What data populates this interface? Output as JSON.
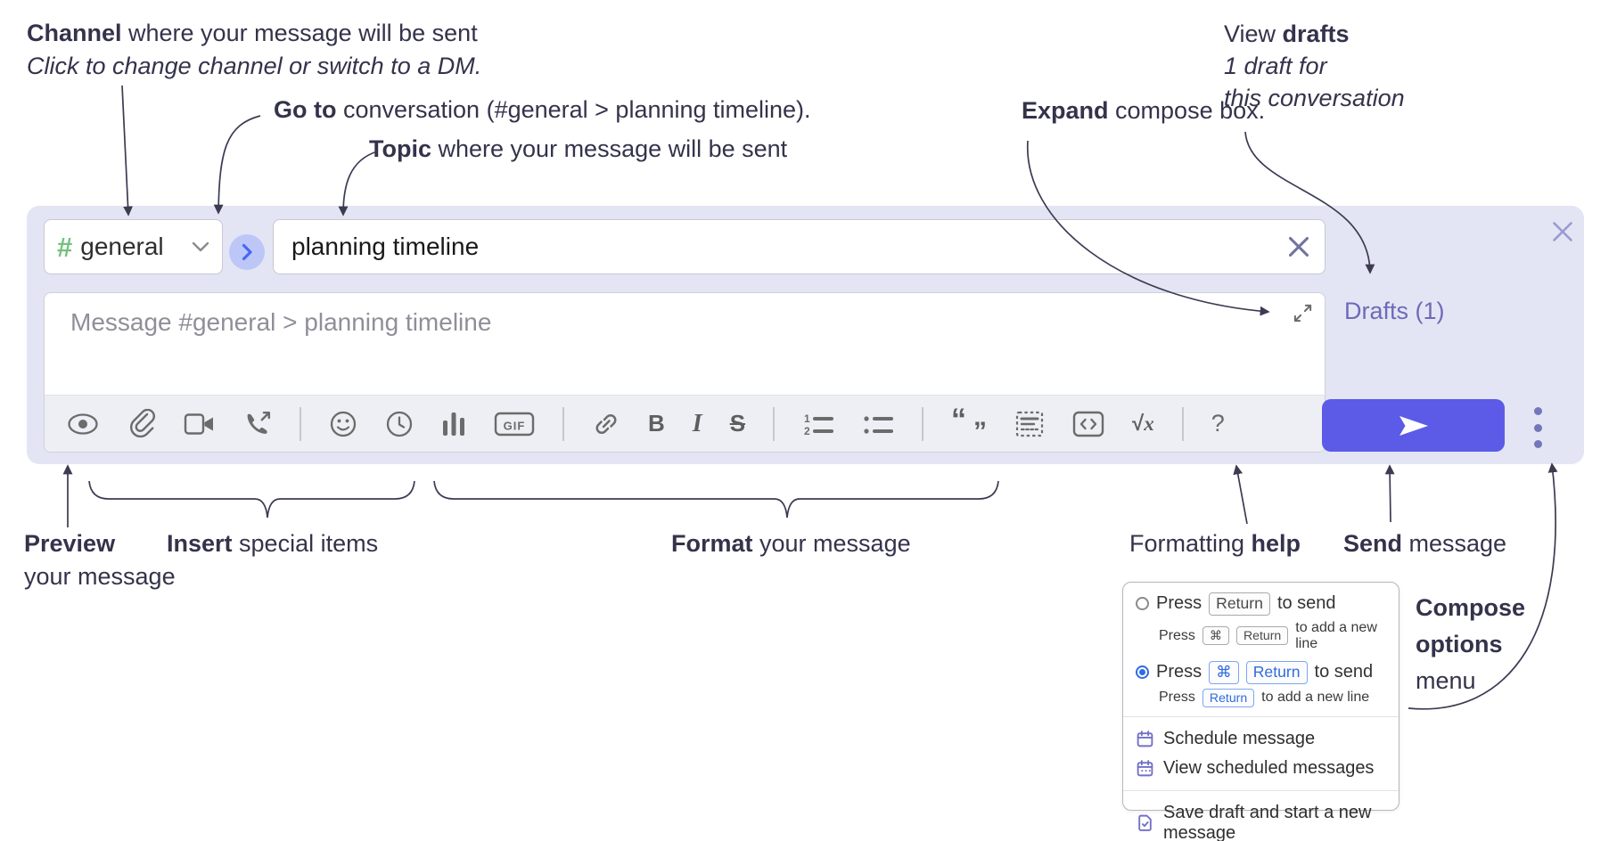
{
  "annotations": {
    "channel": {
      "bold": "Channel",
      "rest": " where your message will be sent",
      "line2": "Click to change channel or switch to a DM."
    },
    "goto": {
      "bold": "Go to",
      "rest": " conversation (#general > planning timeline)."
    },
    "topic": {
      "bold": "Topic",
      "rest": " where your message will be sent"
    },
    "expand": {
      "bold": "Expand",
      "rest": " compose box."
    },
    "drafts": {
      "line1_pre": "View ",
      "line1_bold": "drafts",
      "line2": "1 draft for",
      "line3": "this conversation"
    },
    "preview": {
      "bold": "Preview",
      "line2": "your message"
    },
    "insert": {
      "bold": "Insert",
      "rest": " special items"
    },
    "format": {
      "bold": "Format",
      "rest": " your message"
    },
    "formatting_help": {
      "pre": "Formatting ",
      "bold": "help"
    },
    "send": {
      "bold": "Send",
      "rest": " message"
    },
    "compose_options": {
      "line1": "Compose",
      "line2": "options",
      "line3": "menu"
    }
  },
  "compose": {
    "channel_selector": {
      "hash_icon": "#",
      "channel_name": "general"
    },
    "topic_input": {
      "value": "planning timeline"
    },
    "message_input": {
      "placeholder": "Message #general > planning timeline"
    },
    "drafts_link": "Drafts (1)",
    "toolbar": {
      "gif_label": "GIF",
      "bold_label": "B",
      "italic_label": "I",
      "strike_label": "S",
      "ol_1": "1",
      "ol_2": "2",
      "quote_open": "“",
      "quote_close": "”",
      "math_sqrt": "√",
      "math_x": "x",
      "question_label": "?"
    }
  },
  "menu": {
    "option1": {
      "press": "Press",
      "key": "Return",
      "suffix": "to send",
      "sub_pre": "Press",
      "sub_key1": "⌘",
      "sub_key2": "Return",
      "sub_suffix": "to add a new line"
    },
    "option2": {
      "press": "Press",
      "key1": "⌘",
      "key2": "Return",
      "suffix": "to send",
      "sub_pre": "Press",
      "sub_key": "Return",
      "sub_suffix": "to add a new line"
    },
    "items": [
      {
        "label": "Schedule message"
      },
      {
        "label": "View scheduled messages"
      },
      {
        "label": "Save draft and start a new message"
      }
    ]
  },
  "colors": {
    "compose_bg": "#e3e5f4",
    "send_button": "#5b5be8",
    "hash_green": "#74c17c",
    "goto_circle_bg": "#bdc7f7",
    "goto_chevron": "#4a67ef",
    "drafts_link": "#6e6ab8",
    "radio_selected": "#2f6be4",
    "kbd_blue": "#2f6be0",
    "menu_icon_purple": "#7370c8",
    "annotation_ink": "#34334b"
  }
}
